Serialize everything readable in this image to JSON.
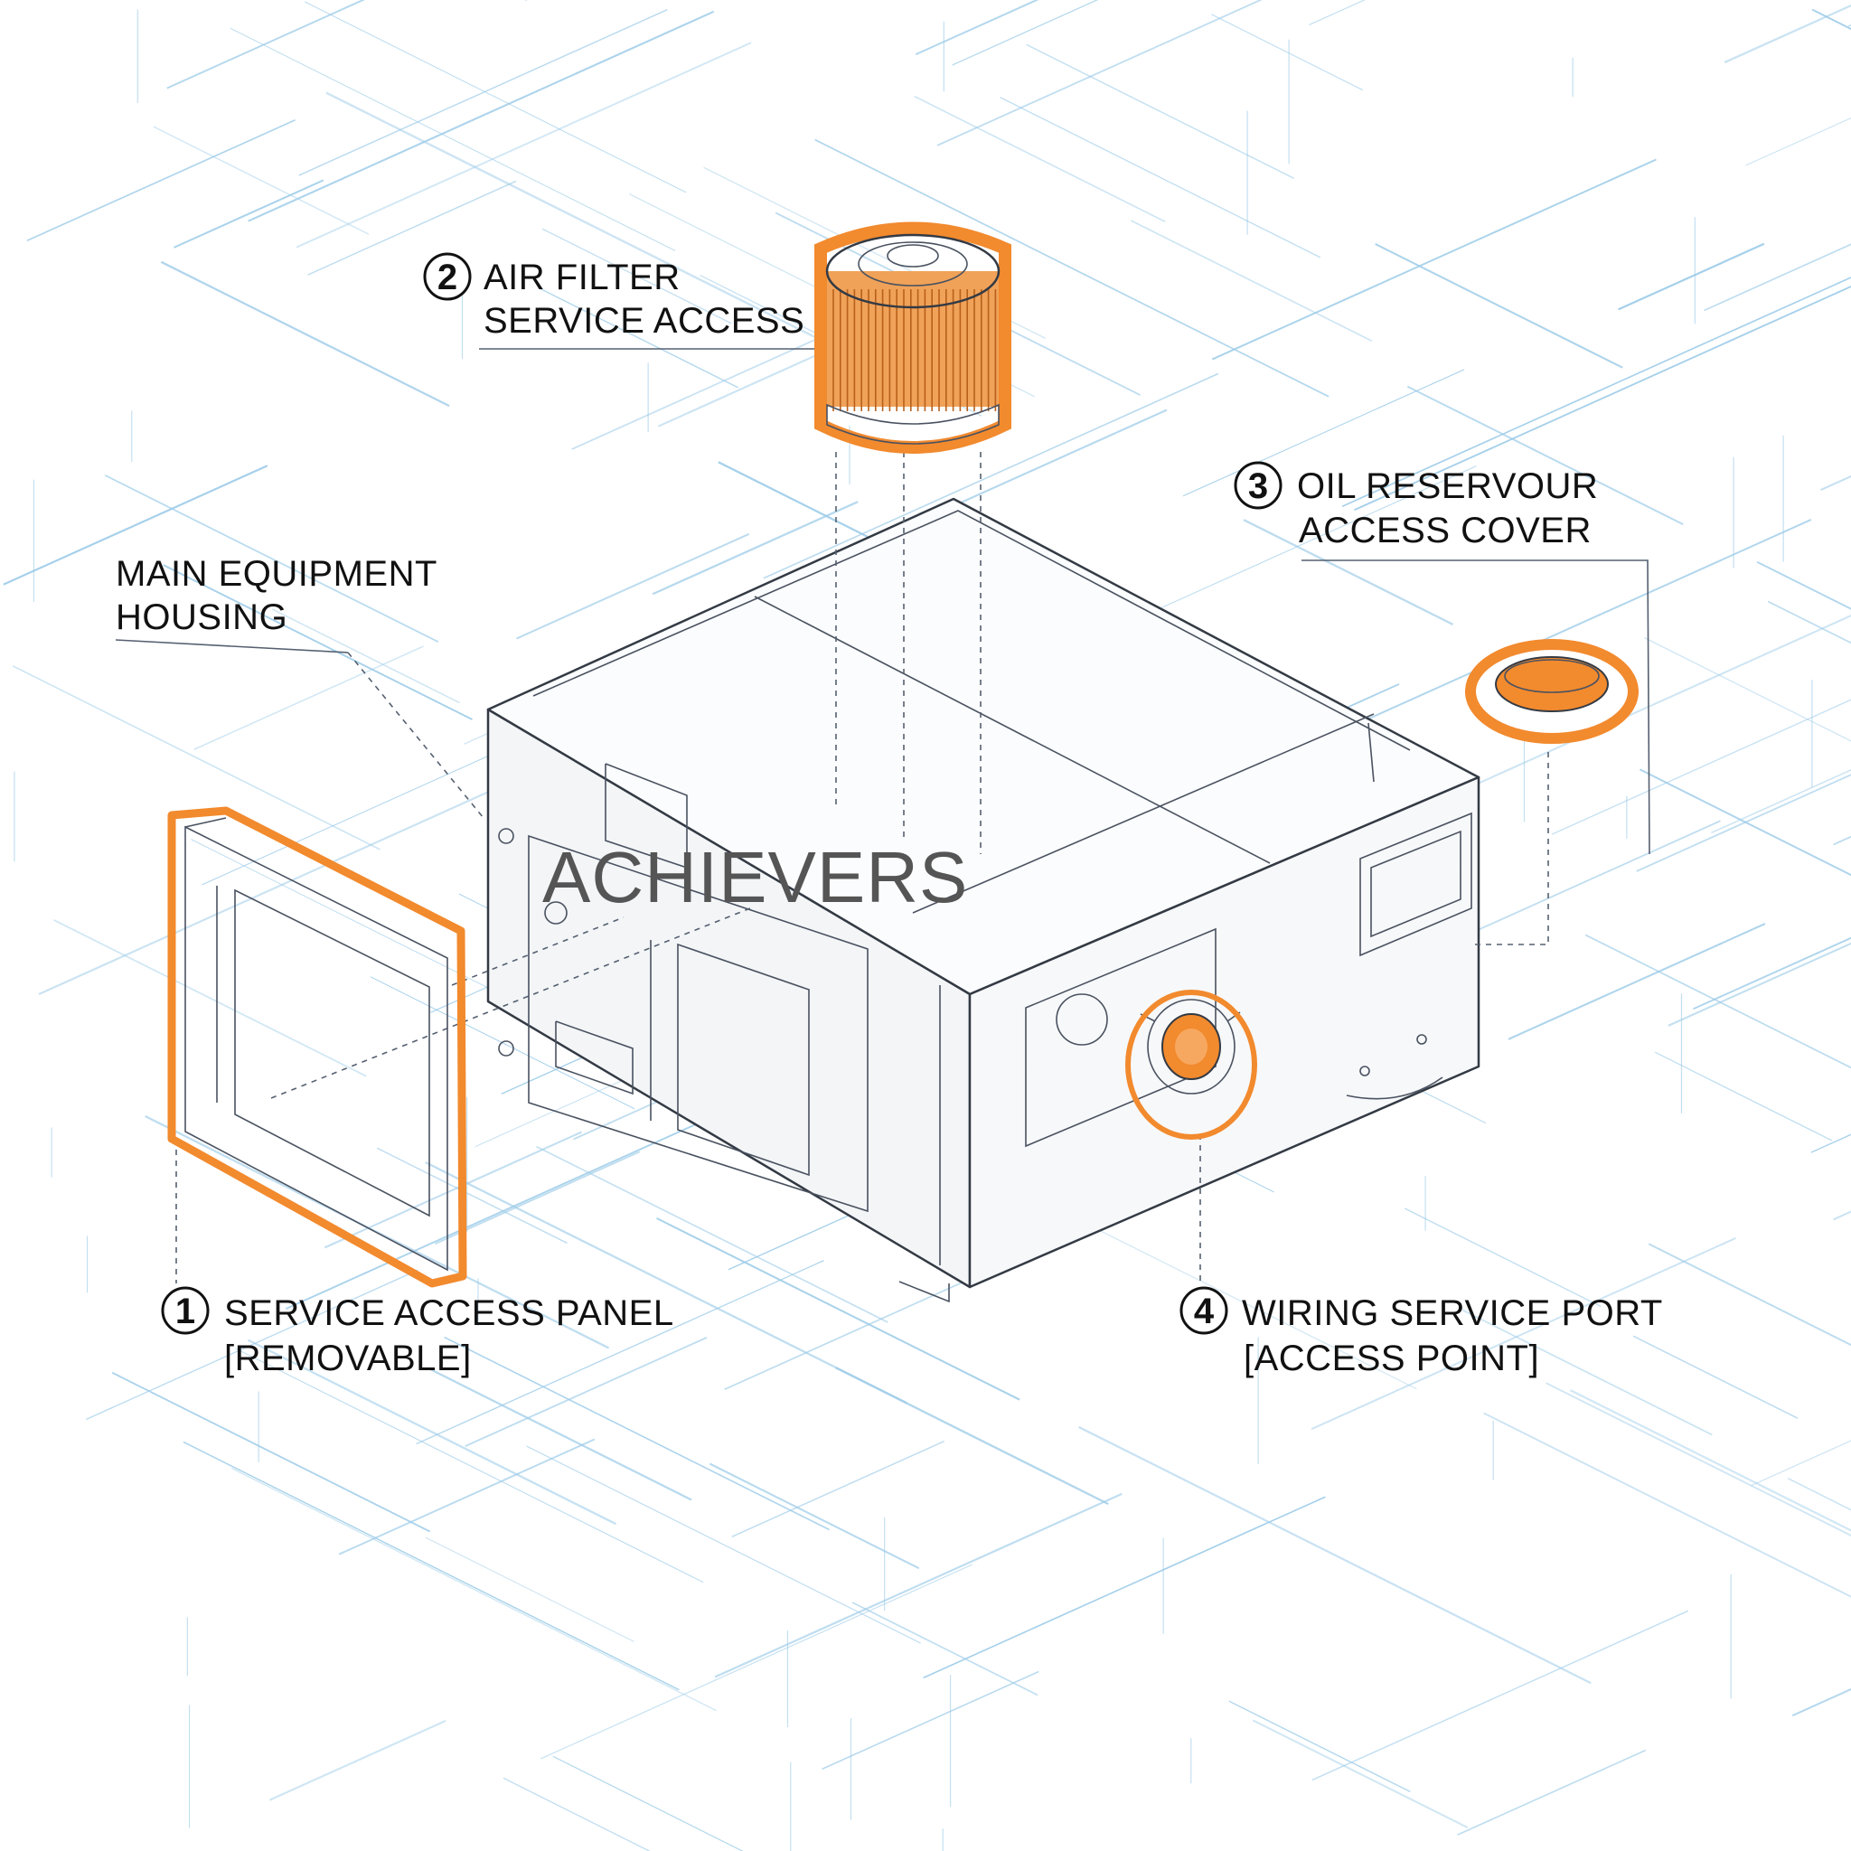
{
  "colors": {
    "highlight": "#f28a2e",
    "grid": "#9ccbe8",
    "ink": "#333a44"
  },
  "watermark": "ACHIEVERS",
  "callouts": {
    "housing": {
      "line1": "MAIN EQUIPMENT",
      "line2": "HOUSING"
    },
    "panel": {
      "number": "1",
      "line1": "SERVICE ACCESS PANEL",
      "line2": "[REMOVABLE]"
    },
    "filter": {
      "number": "2",
      "line1": "AIR FILTER",
      "line2": "SERVICE ACCESS"
    },
    "oil": {
      "number": "3",
      "line1": "OIL RESERVOUR",
      "line2": "ACCESS COVER"
    },
    "wiring": {
      "number": "4",
      "line1": "WIRING SERVICE PORT",
      "line2": "[ACCESS POINT]"
    }
  }
}
